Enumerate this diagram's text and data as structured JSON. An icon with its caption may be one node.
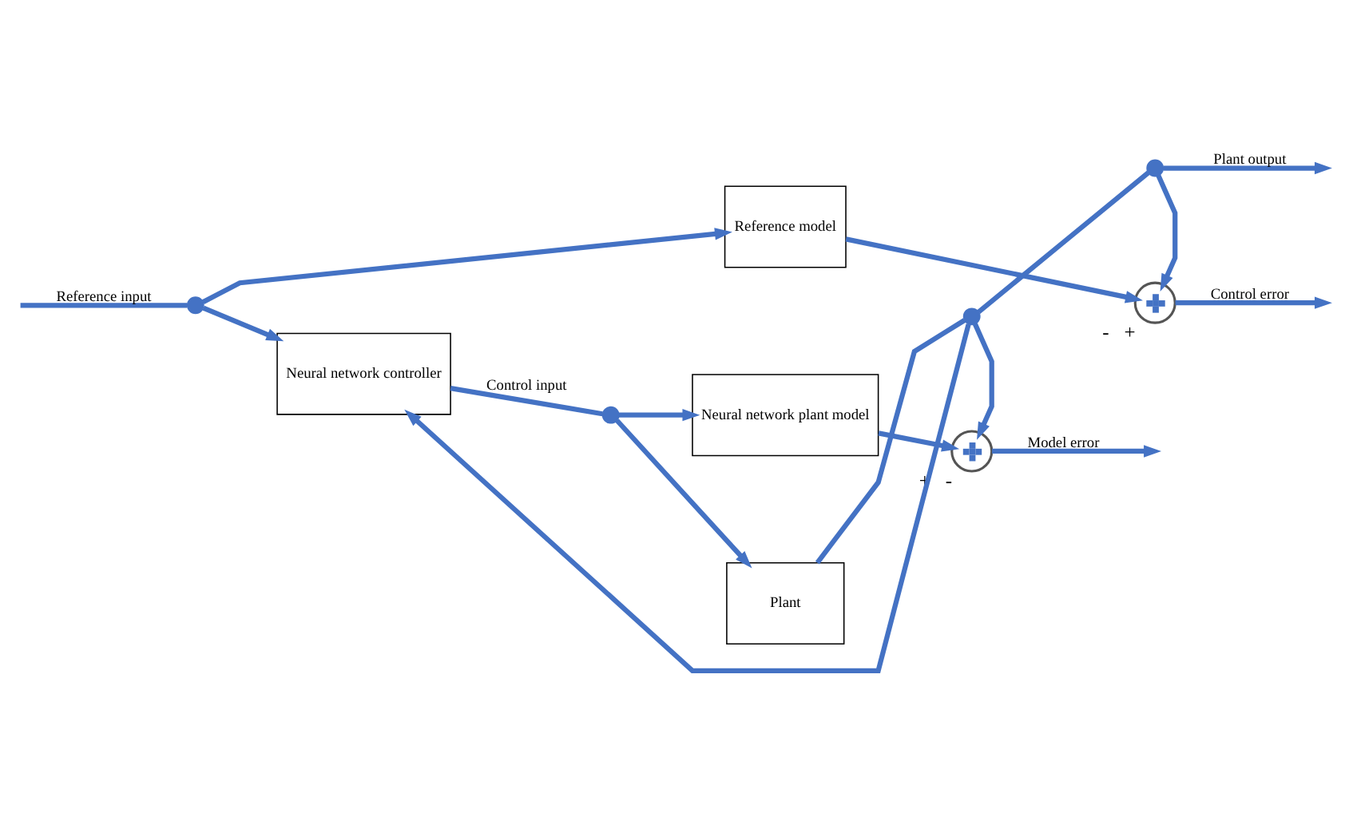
{
  "diagram": {
    "nodes": [
      {
        "text": [
          "Reference model"
        ]
      },
      {
        "text": [
          "Neural network plant model"
        ]
      },
      {
        "text": [
          "Neural network controller"
        ]
      },
      {
        "text": [
          "Plant"
        ]
      },
      {
        "text": [],
        "shape": "circle",
        "beside": [
          "-",
          "+"
        ]
      },
      {
        "text": [],
        "shape": "circle",
        "beside": [
          "+",
          "-"
        ]
      },
      {
        "text": [],
        "shape": "circle"
      },
      {
        "text": [],
        "shape": "circle"
      },
      {
        "text": [],
        "shape": "circle"
      },
      {
        "text": [],
        "shape": "circle"
      }
    ],
    "edges": [
      {
        "from": null,
        "to": 6,
        "arrow": "none",
        "label": "Reference input"
      },
      {
        "from": 6,
        "to": 0,
        "arrow": "to"
      },
      {
        "from": 6,
        "to": 2,
        "arrow": "to"
      },
      {
        "from": 2,
        "to": 7,
        "arrow": "none",
        "label": "Control input"
      },
      {
        "from": 7,
        "to": 1,
        "arrow": "to"
      },
      {
        "from": 7,
        "to": 3,
        "arrow": "to"
      },
      {
        "from": 0,
        "to": 4,
        "arrow": "to"
      },
      {
        "from": 4,
        "to": null,
        "arrow": "to",
        "label": "Control error"
      },
      {
        "from": 1,
        "to": 5,
        "arrow": "to"
      },
      {
        "from": 5,
        "to": null,
        "arrow": "to",
        "label": "Model error"
      },
      {
        "from": 3,
        "to": 8,
        "arrow": "none"
      },
      {
        "from": 8,
        "to": 9,
        "arrow": "none"
      },
      {
        "from": 9,
        "to": null,
        "arrow": "to",
        "label": "Plant output"
      },
      {
        "from": 9,
        "to": 4,
        "arrow": "to"
      },
      {
        "from": 8,
        "to": 5,
        "arrow": "to"
      },
      {
        "from": 8,
        "to": 2,
        "arrow": "to"
      }
    ]
  }
}
